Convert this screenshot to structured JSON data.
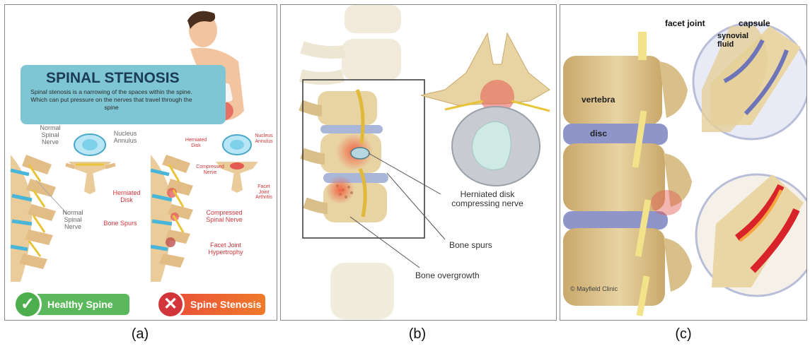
{
  "panel_a": {
    "title": "SPINAL STENOSIS",
    "description": "Spinal stenosis is a narrowing of the spaces within the spine. Which can put pressure on the nerves that travel through the spine",
    "labels": {
      "normal_spinal_nerve_top": "Normal Spinal Nerve",
      "nucleus_annulus": "Nucleus Annulus",
      "normal_spinal_nerve_bottom": "Normal Spinal Nerve",
      "herniated_disk_small": "Herniated Disk",
      "nucleus_annulus_small": "Nucleus Annulus",
      "compressed_nerve_small": "Compressed Nerve",
      "facet_joint_small": "Facet Joint Arthritis",
      "herniated_disk": "Herniated Disk",
      "compressed_spinal_nerve": "Compressed Spinal Nerve",
      "bone_spurs": "Bone Spurs",
      "facet_joint_hypertrophy": "Facet Joint Hypertrophy"
    },
    "badges": {
      "healthy": "Healthy Spine",
      "stenosis": "Spine Stenosis"
    }
  },
  "panel_b": {
    "labels": {
      "herniated_disk": "Herniated disk compressing nerve",
      "bone_spurs": "Bone spurs",
      "bone_overgrowth": "Bone overgrowth"
    }
  },
  "panel_c": {
    "labels": {
      "facet_joint": "facet joint",
      "capsule": "capsule",
      "synovial_fluid": "synovial fluid",
      "vertebra": "vertebra",
      "disc": "disc",
      "watermark": "© Mayfield Clinic"
    }
  },
  "captions": {
    "a": "(a)",
    "b": "(b)",
    "c": "(c)"
  },
  "colors": {
    "bone": "#e8d3a3",
    "bone_dark": "#c9a86a",
    "disc": "#8f95c9",
    "nerve": "#e8c43a",
    "red": "#d2353a",
    "green": "#4cae4c",
    "teal": "#7fc6d4"
  }
}
